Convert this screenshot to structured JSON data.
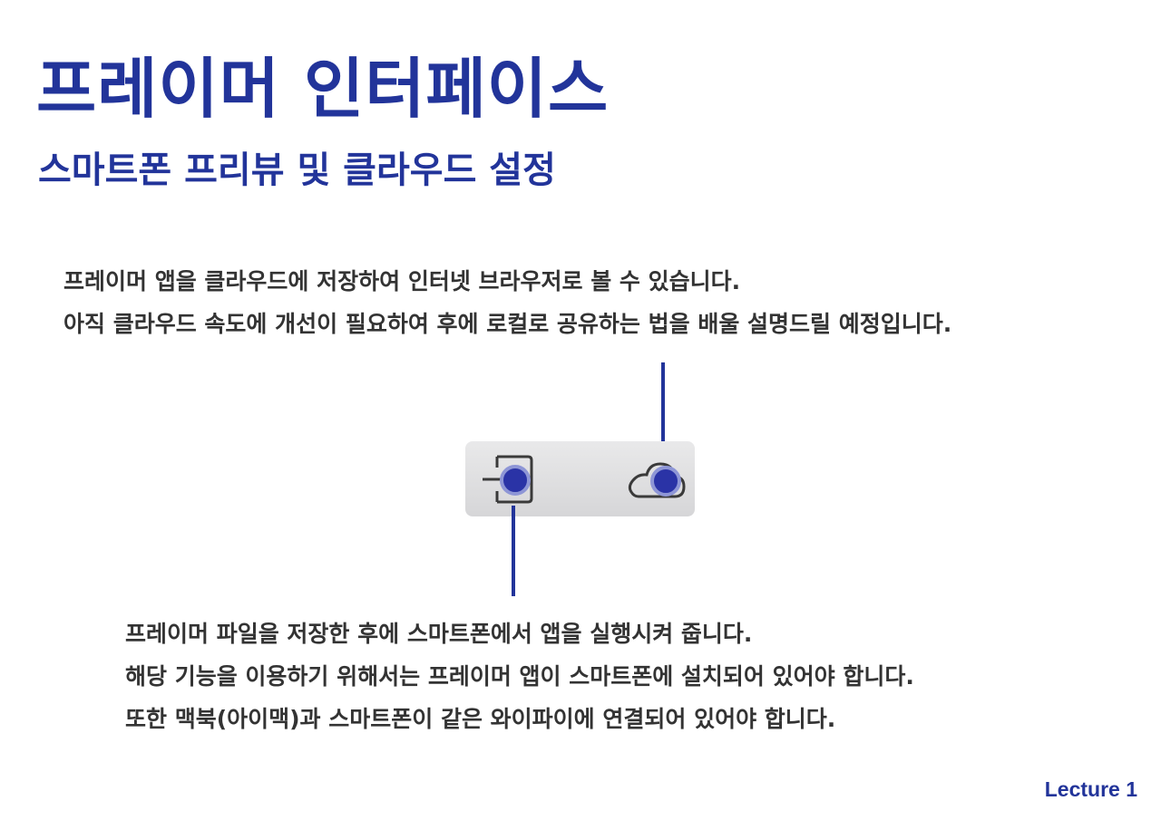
{
  "title": "프레이머 인터페이스",
  "subtitle": "스마트폰 프리뷰 및 클라우드 설정",
  "cloud_description": [
    "프레이머 앱을 클라우드에 저장하여 인터넷 브라우저로 볼 수 있습니다.",
    "아직 클라우드 속도에 개선이 필요하여 후에 로컬로 공유하는 법을 배울 설명드릴 예정입니다."
  ],
  "preview_description": [
    "프레이머 파일을 저장한 후에 스마트폰에서 앱을 실행시켜 줍니다.",
    "해당 기능을 이용하기 위해서는 프레이머 앱이 스마트폰에 설치되어 있어야 합니다.",
    "또한 맥북(아이맥)과 스마트폰이 같은 와이파이에 연결되어 있어야 합니다."
  ],
  "toolbar": {
    "icons": [
      "mobile-preview-icon",
      "cloud-icon"
    ]
  },
  "footer": "Lecture 1",
  "colors": {
    "accent": "#22349a",
    "text": "#333333",
    "marker": "#2a33a6",
    "marker_ring": "#8e96d6"
  }
}
